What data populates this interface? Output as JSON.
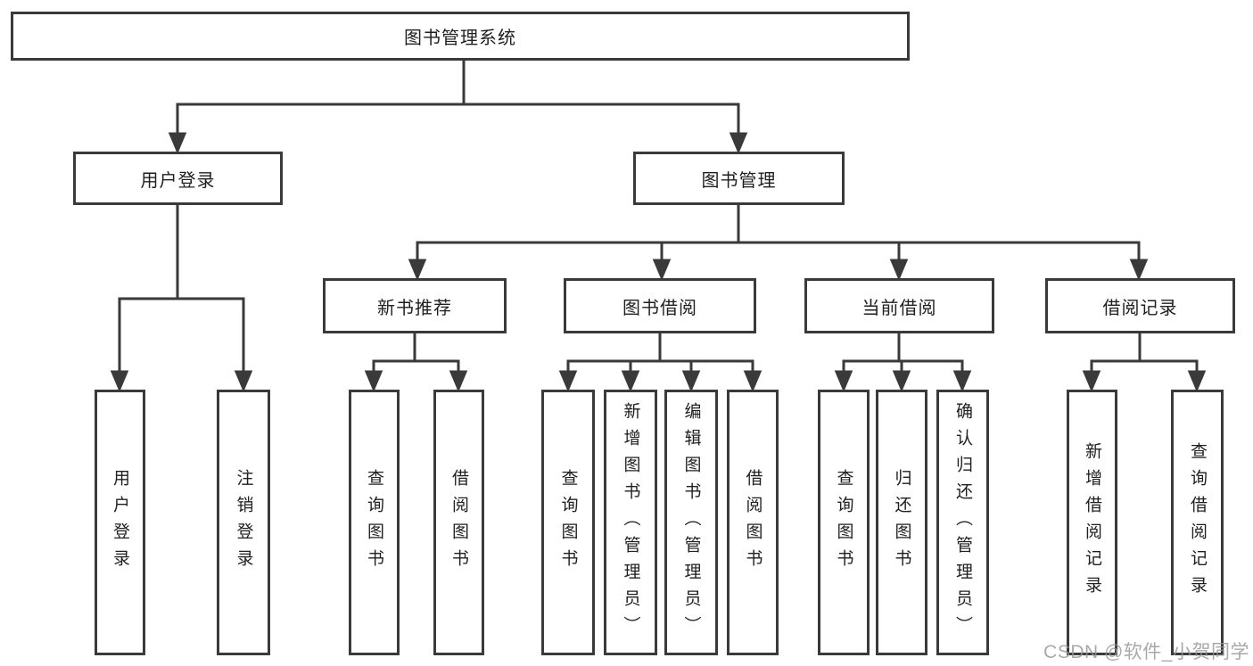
{
  "diagram": {
    "type": "hierarchy-tree",
    "orientation": "top-down"
  },
  "tree": {
    "label": "图书管理系统",
    "children": [
      {
        "label": "用户登录",
        "children": [
          {
            "label": "用户登录"
          },
          {
            "label": "注销登录"
          }
        ]
      },
      {
        "label": "图书管理",
        "children": [
          {
            "label": "新书推荐",
            "children": [
              {
                "label": "查询图书"
              },
              {
                "label": "借阅图书"
              }
            ]
          },
          {
            "label": "图书借阅",
            "children": [
              {
                "label": "查询图书"
              },
              {
                "label": "新增图书（管理员）"
              },
              {
                "label": "编辑图书（管理员）"
              },
              {
                "label": "借阅图书"
              }
            ]
          },
          {
            "label": "当前借阅",
            "children": [
              {
                "label": "查询图书"
              },
              {
                "label": "归还图书"
              },
              {
                "label": "确认归还（管理员）"
              }
            ]
          },
          {
            "label": "借阅记录",
            "children": [
              {
                "label": "新增借阅记录"
              },
              {
                "label": "查询借阅记录"
              }
            ]
          }
        ]
      }
    ]
  },
  "watermark": {
    "text": "CSDN @软件_小贺同学"
  },
  "colors": {
    "background": "#ffffff",
    "line": "#3a3a3a",
    "box_border": "#3a3a3a",
    "text": "#1f1f1f",
    "watermark": "#969696"
  }
}
